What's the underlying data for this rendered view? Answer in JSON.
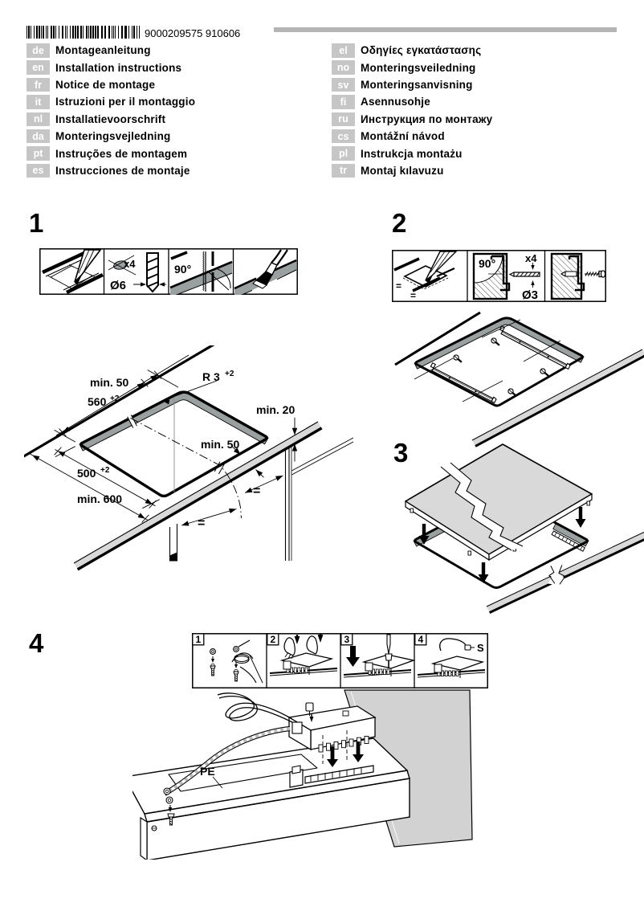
{
  "header": {
    "barcode_text": "9000209575 910606"
  },
  "languages": {
    "left": [
      {
        "code": "de",
        "title": "Montageanleitung"
      },
      {
        "code": "en",
        "title": "Installation instructions"
      },
      {
        "code": "fr",
        "title": "Notice de montage"
      },
      {
        "code": "it",
        "title": "Istruzioni per il montaggio"
      },
      {
        "code": "nl",
        "title": "Installatievoorschrift"
      },
      {
        "code": "da",
        "title": "Monteringsvejledning"
      },
      {
        "code": "pt",
        "title": "Instruções de montagem"
      },
      {
        "code": "es",
        "title": "Instrucciones de montaje"
      }
    ],
    "right": [
      {
        "code": "el",
        "title": "Οδηγίες εγκατάστασης"
      },
      {
        "code": "no",
        "title": "Monteringsveiledning"
      },
      {
        "code": "sv",
        "title": "Monteringsanvisning"
      },
      {
        "code": "fi",
        "title": "Asennusohje"
      },
      {
        "code": "ru",
        "title": "Инструкция по монтажу"
      },
      {
        "code": "cs",
        "title": "Montážní návod"
      },
      {
        "code": "pl",
        "title": "Instrukcja montażu"
      },
      {
        "code": "tr",
        "title": "Montaj kılavuzu"
      }
    ]
  },
  "steps": {
    "one": "1",
    "two": "2",
    "three": "3",
    "four": "4"
  },
  "figures": {
    "strip1": {
      "count": "x4",
      "diameter": "Ø6",
      "angle": "90°"
    },
    "fig1": {
      "min_side": "min. 50",
      "width_value": "560",
      "width_sup": "+2",
      "radius_value": "R 3",
      "radius_sup": "+2",
      "min_gap": "min. 20",
      "min_front": "min. 50",
      "depth_value": "500",
      "depth_sup": "+2",
      "min_depth": "min. 600",
      "equal_left": "=",
      "equal_right": "="
    },
    "strip2": {
      "angle": "90°",
      "count": "x4",
      "diameter": "Ø3",
      "equal1": "=",
      "equal2": "="
    },
    "strip4": {
      "panels": [
        "1",
        "2",
        "3",
        "4"
      ],
      "clip_label": "S"
    },
    "fig4": {
      "pe_label": "PE"
    }
  },
  "colors": {
    "chip_bg": "#c6c6c6",
    "bar": "#b4b4b4",
    "chamfer": "#9aa0a0",
    "light_band": "#d9d9d9",
    "wall": "#d2d2d2"
  }
}
